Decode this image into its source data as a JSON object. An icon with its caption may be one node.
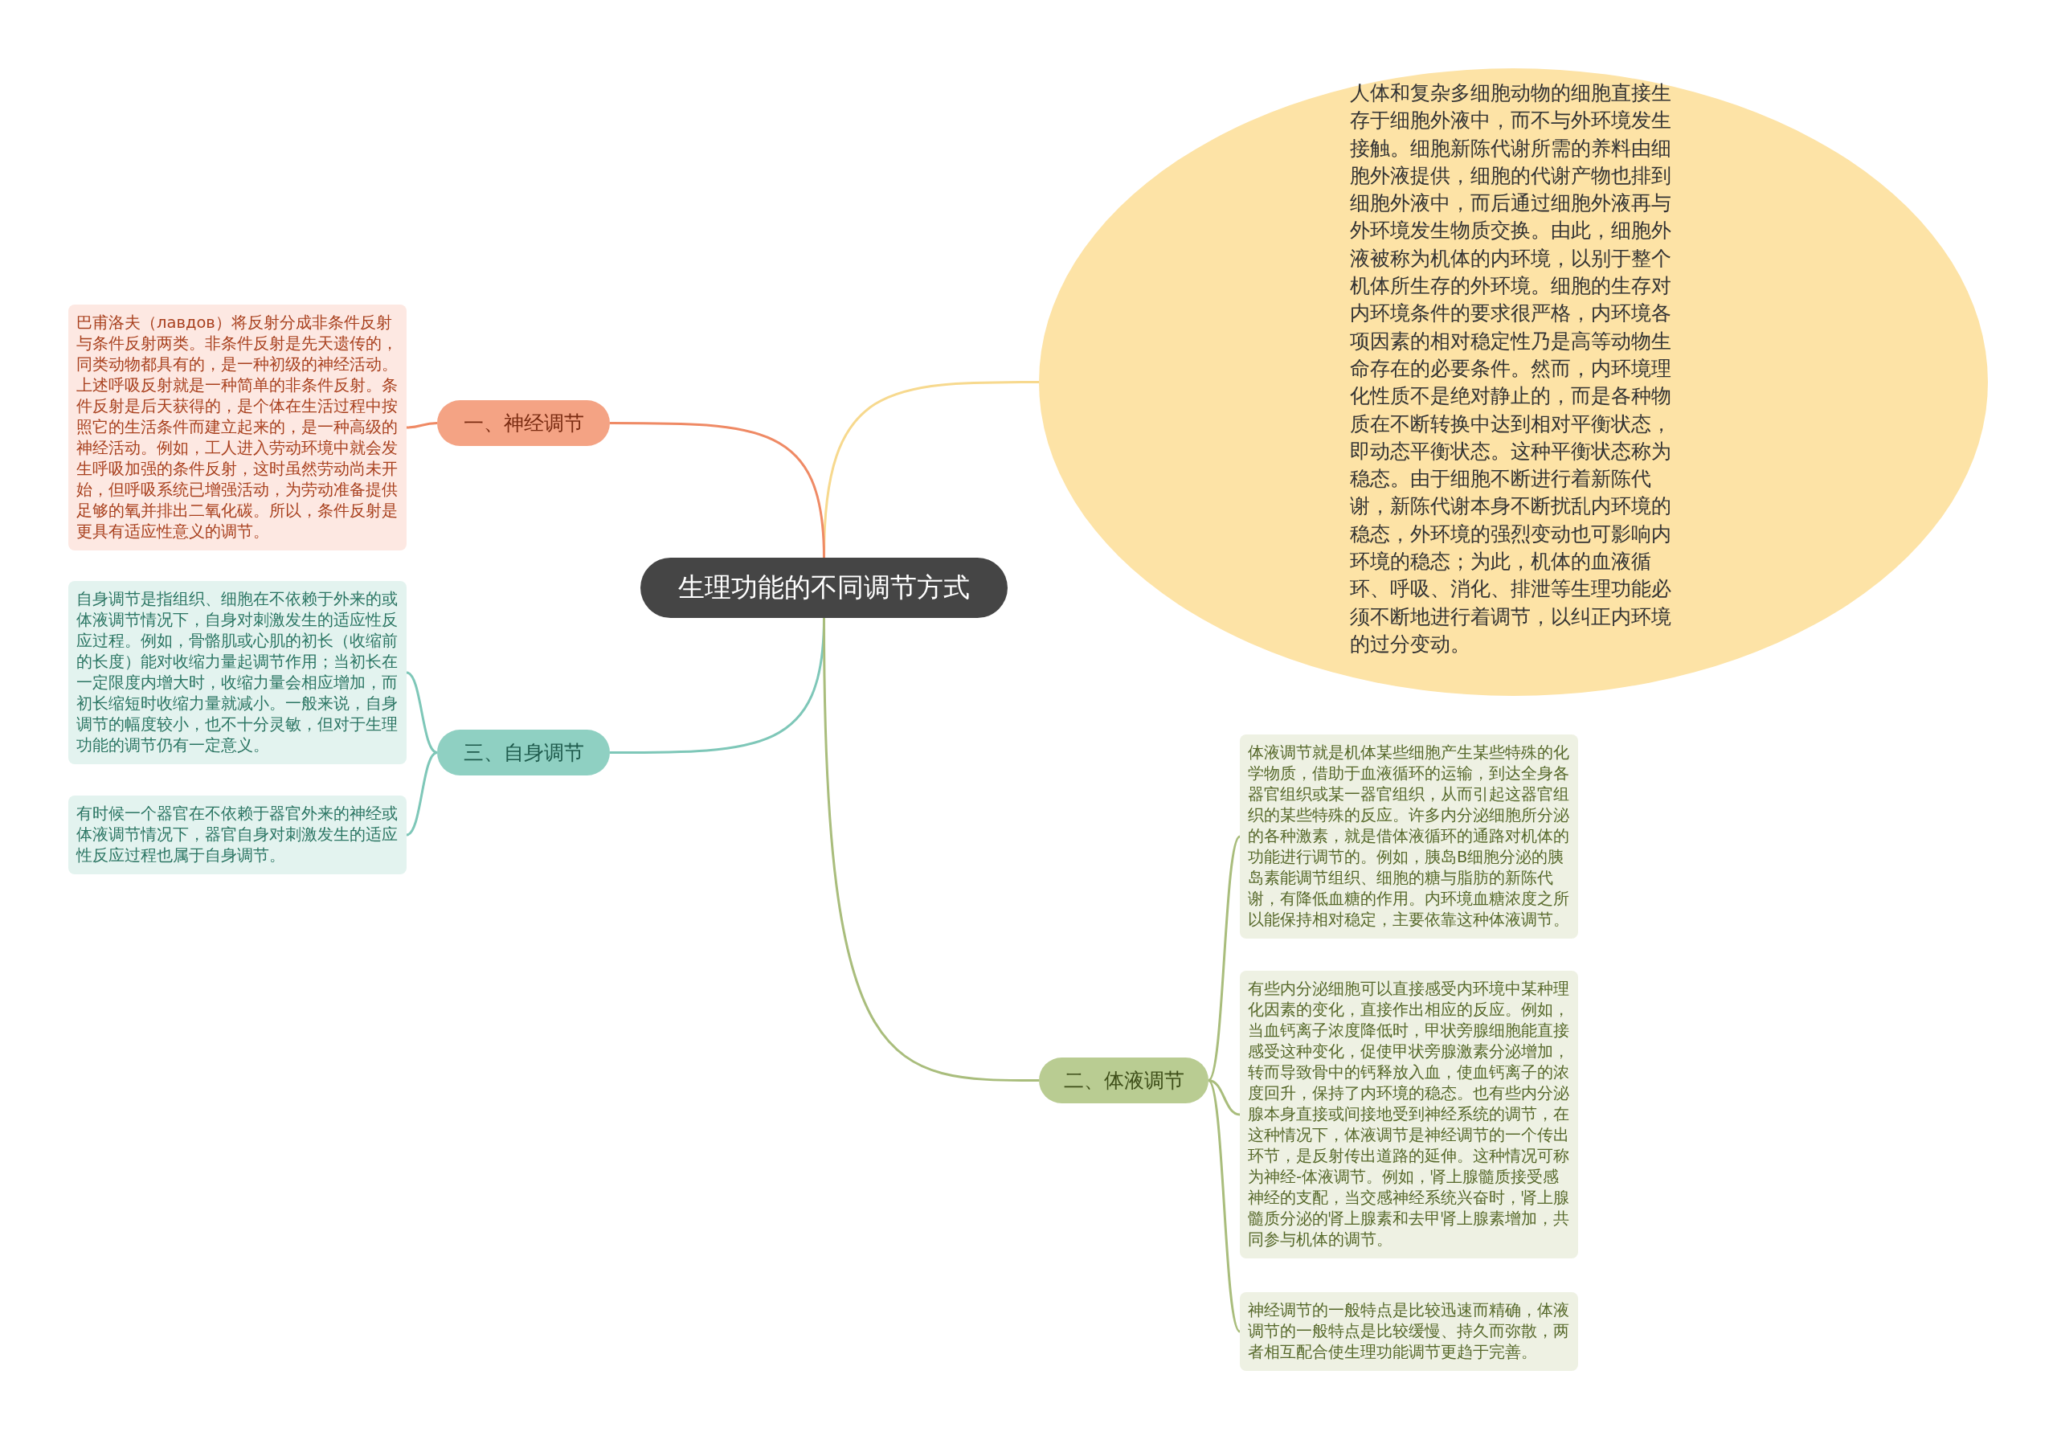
{
  "diagram": {
    "nodes": [
      {
        "text": [
          "生理功能的不同调节方式"
        ]
      },
      {
        "text": [
          "人体和复杂多细胞动物的细胞直接生存于细胞外液中，而不与外环境发生接触。细胞新陈代谢所需的养料由细胞外液提供，细胞的代谢产物也排到细胞外液中，而后通过细胞外液再与外环境发生物质交换。由此，细胞外液被称为机体的内环境，以别于整个机体所生存的外环境。细胞的生存对内环境条件的要求很严格，内环境各项因素的相对稳定性乃是高等动物生命存在的必要条件。然而，内环境理化性质不是绝对静止的，而是各种物质在不断转换中达到相对平衡状态，即动态平衡状态。这种平衡状态称为稳态。由于细胞不断进行着新陈代谢，新陈代谢本身不断扰乱内环境的稳态，外环境的强烈变动也可影响内环境的稳态；为此，机体的血液循环、呼吸、消化、排泄等生理功能必须不断地进行着调节，以纠正内环境的过分变动。"
        ]
      },
      {
        "text": [
          "一、神经调节"
        ]
      },
      {
        "text": [
          "巴甫洛夫（лавдов）将反射分成非条件反射与条件反射两类。非条件反射是先天遗传的，同类动物都具有的，是一种初级的神经活动。上述呼吸反射就是一种简单的非条件反射。条件反射是后天获得的，是个体在生活过程中按照它的生活条件而建立起来的，是一种高级的神经活动。例如，工人进入劳动环境中就会发生呼吸加强的条件反射，这时虽然劳动尚未开始，但呼吸系统已增强活动，为劳动准备提供足够的氧并排出二氧化碳。所以，条件反射是更具有适应性意义的调节。"
        ]
      },
      {
        "text": [
          "三、自身调节"
        ]
      },
      {
        "text": [
          "自身调节是指组织、细胞在不依赖于外来的或体液调节情况下，自身对刺激发生的适应性反应过程。例如，骨骼肌或心肌的初长（收缩前的长度）能对收缩力量起调节作用；当初长在一定限度内增大时，收缩力量会相应增加，而初长缩短时收缩力量就减小。一般来说，自身调节的幅度较小，也不十分灵敏，但对于生理功能的调节仍有一定意义。"
        ]
      },
      {
        "text": [
          "有时候一个器官在不依赖于器官外来的神经或体液调节情况下，器官自身对刺激发生的适应性反应过程也属于自身调节。"
        ]
      },
      {
        "text": [
          "二、体液调节"
        ]
      },
      {
        "text": [
          "体液调节就是机体某些细胞产生某些特殊的化学物质，借助于血液循环的运输，到达全身各器官组织或某一器官组织，从而引起这器官组织的某些特殊的反应。许多内分泌细胞所分泌的各种激素，就是借体液循环的通路对机体的功能进行调节的。例如，胰岛B细胞分泌的胰岛素能调节组织、细胞的糖与脂肪的新陈代谢，有降低血糖的作用。内环境血糖浓度之所以能保持相对稳定，主要依靠这种体液调节。"
        ]
      },
      {
        "text": [
          "有些内分泌细胞可以直接感受内环境中某种理化因素的变化，直接作出相应的反应。例如，当血钙离子浓度降低时，甲状旁腺细胞能直接感受这种变化，促使甲状旁腺激素分泌增加，转而导致骨中的钙释放入血，使血钙离子的浓度回升，保持了内环境的稳态。也有些内分泌腺本身直接或间接地受到神经系统的调节，在这种情况下，体液调节是神经调节的一个传出环节，是反射传出道路的延伸。这种情况可称为神经-体液调节。例如，肾上腺髓质接受感神经的支配，当交感神经系统兴奋时，肾上腺髓质分泌的肾上腺素和去甲肾上腺素增加，共同参与机体的调节。"
        ]
      },
      {
        "text": [
          "神经调节的一般特点是比较迅速而精确，体液调节的一般特点是比较缓慢、持久而弥散，两者相互配合使生理功能调节更趋于完善。"
        ]
      }
    ],
    "edges": [
      {
        "from": 0,
        "to": 1,
        "arrow": "none",
        "color": "#f7d98e"
      },
      {
        "from": 0,
        "to": 2,
        "arrow": "none",
        "color": "#ef8a65"
      },
      {
        "from": 0,
        "to": 4,
        "arrow": "none",
        "color": "#7ec7b8"
      },
      {
        "from": 0,
        "to": 7,
        "arrow": "none",
        "color": "#a9bd7c"
      },
      {
        "from": 2,
        "to": 3,
        "arrow": "none",
        "color": "#ef8a65"
      },
      {
        "from": 4,
        "to": 5,
        "arrow": "none",
        "color": "#7ec7b8"
      },
      {
        "from": 4,
        "to": 6,
        "arrow": "none",
        "color": "#7ec7b8"
      },
      {
        "from": 7,
        "to": 8,
        "arrow": "none",
        "color": "#a9bd7c"
      },
      {
        "from": 7,
        "to": 9,
        "arrow": "none",
        "color": "#a9bd7c"
      },
      {
        "from": 7,
        "to": 10,
        "arrow": "none",
        "color": "#a9bd7c"
      }
    ]
  }
}
